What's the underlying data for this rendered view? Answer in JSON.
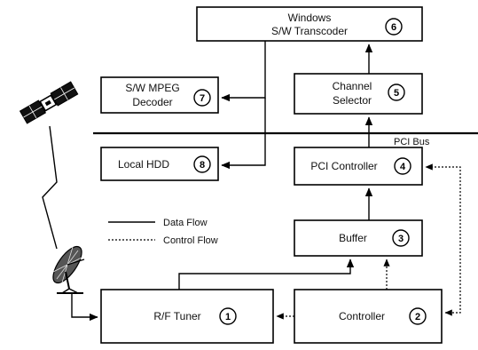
{
  "blocks": {
    "transcoder": {
      "line1": "Windows",
      "line2": "S/W Transcoder",
      "num": "6"
    },
    "mpeg_decoder": {
      "line1": "S/W MPEG",
      "line2": "Decoder",
      "num": "7"
    },
    "channel_selector": {
      "line1": "Channel",
      "line2": "Selector",
      "num": "5"
    },
    "local_hdd": {
      "label": "Local HDD",
      "num": "8"
    },
    "pci_controller": {
      "label": "PCI Controller",
      "num": "4"
    },
    "buffer": {
      "label": "Buffer",
      "num": "3"
    },
    "rf_tuner": {
      "label": "R/F Tuner",
      "num": "1"
    },
    "controller": {
      "label": "Controller",
      "num": "2"
    }
  },
  "bus": {
    "label": "PCI Bus"
  },
  "legend": {
    "data_flow": "Data Flow",
    "control_flow": "Control Flow"
  },
  "colors": {
    "line": "#000000",
    "background": "#ffffff"
  },
  "icons": [
    "satellite-icon",
    "satellite-dish-icon",
    "signal-link-icon"
  ]
}
